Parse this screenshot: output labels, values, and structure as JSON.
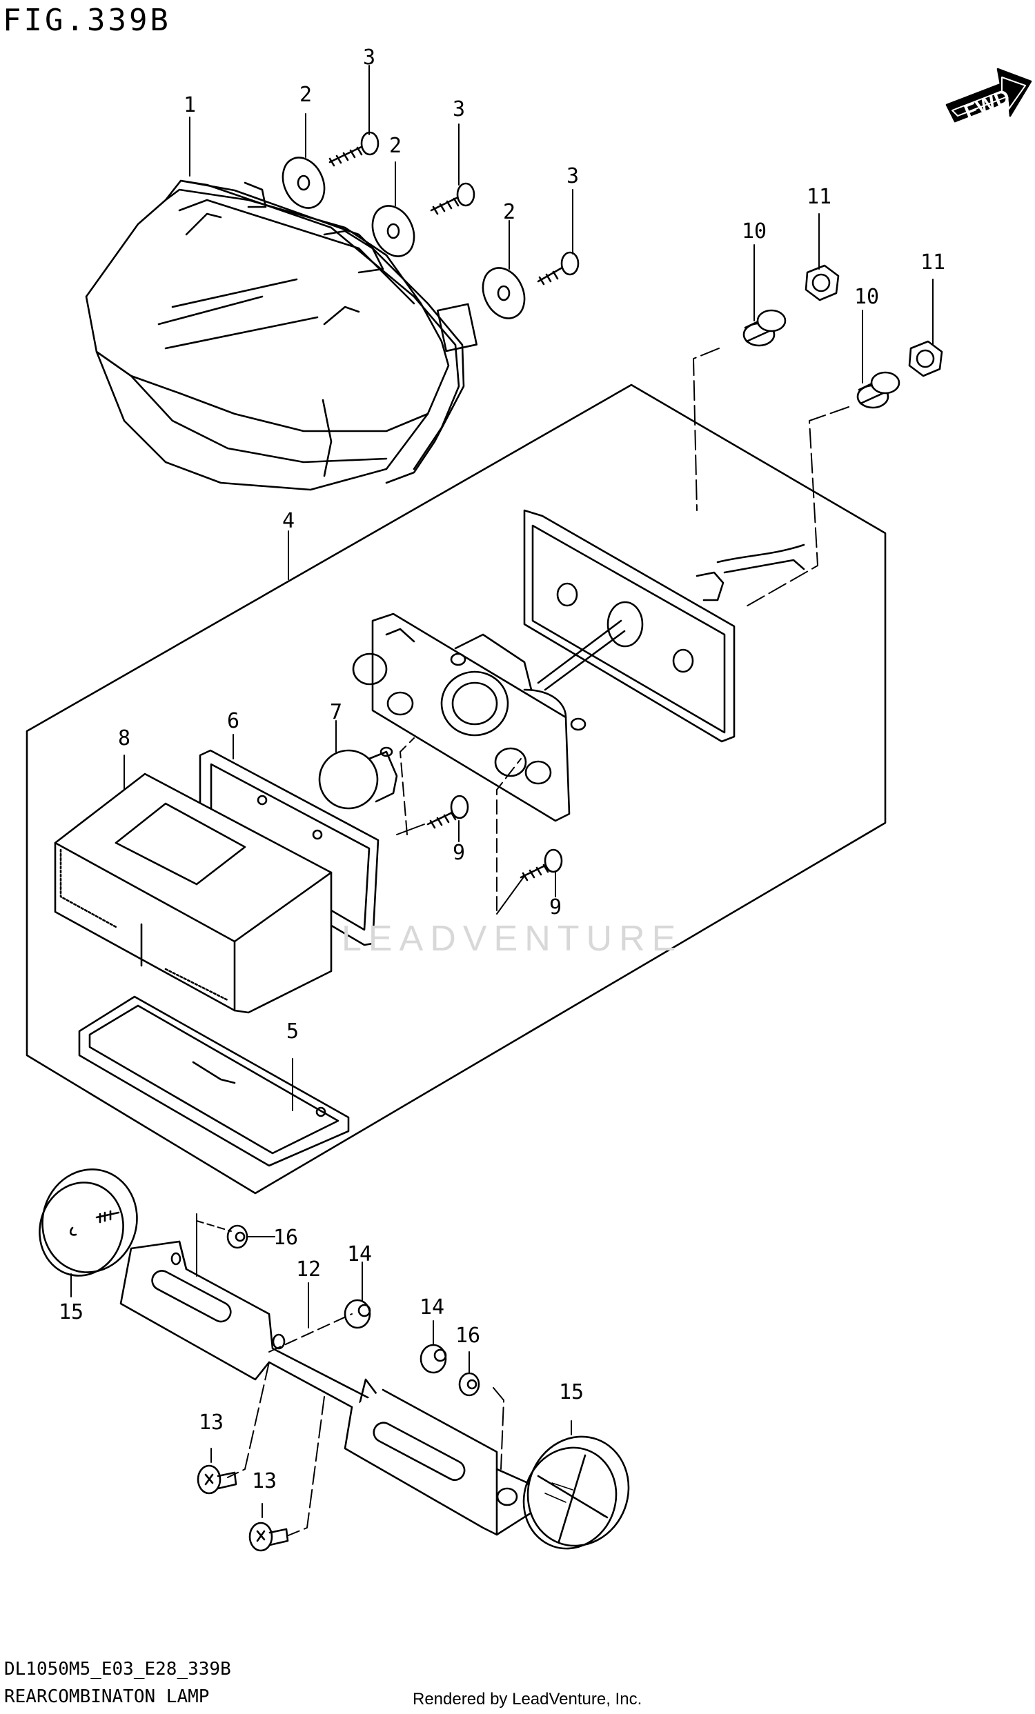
{
  "figure": {
    "title": "FIG.339B"
  },
  "fwd_label": "FWD",
  "watermark": "LEADVENTURE",
  "footer": {
    "diagram_code": "DL1050M5_E03_E28_339B",
    "assembly_name": "REARCOMBINATON LAMP",
    "credit": "Rendered by LeadVenture, Inc."
  },
  "callouts": [
    {
      "id": "c1",
      "label": "1"
    },
    {
      "id": "c2a",
      "label": "2"
    },
    {
      "id": "c2b",
      "label": "2"
    },
    {
      "id": "c2c",
      "label": "2"
    },
    {
      "id": "c3a",
      "label": "3"
    },
    {
      "id": "c3b",
      "label": "3"
    },
    {
      "id": "c3c",
      "label": "3"
    },
    {
      "id": "c4",
      "label": "4"
    },
    {
      "id": "c5",
      "label": "5"
    },
    {
      "id": "c6",
      "label": "6"
    },
    {
      "id": "c7",
      "label": "7"
    },
    {
      "id": "c8",
      "label": "8"
    },
    {
      "id": "c9a",
      "label": "9"
    },
    {
      "id": "c9b",
      "label": "9"
    },
    {
      "id": "c10a",
      "label": "10"
    },
    {
      "id": "c10b",
      "label": "10"
    },
    {
      "id": "c11a",
      "label": "11"
    },
    {
      "id": "c11b",
      "label": "11"
    },
    {
      "id": "c12",
      "label": "12"
    },
    {
      "id": "c13a",
      "label": "13"
    },
    {
      "id": "c13b",
      "label": "13"
    },
    {
      "id": "c14a",
      "label": "14"
    },
    {
      "id": "c14b",
      "label": "14"
    },
    {
      "id": "c15a",
      "label": "15"
    },
    {
      "id": "c15b",
      "label": "15"
    },
    {
      "id": "c16a",
      "label": "16"
    },
    {
      "id": "c16b",
      "label": "16"
    }
  ]
}
